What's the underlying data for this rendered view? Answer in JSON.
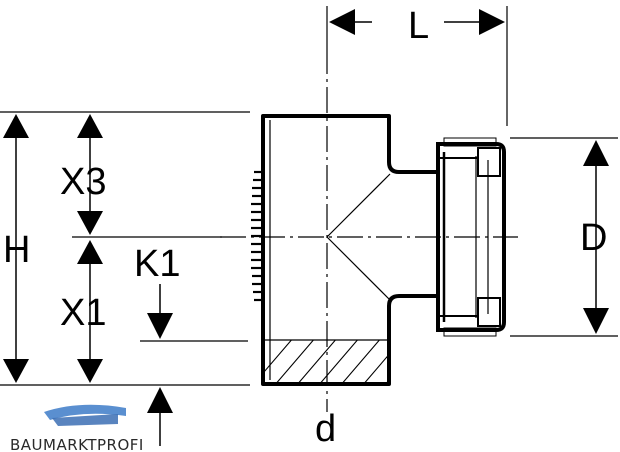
{
  "labels": {
    "L": "L",
    "H": "H",
    "X3": "X3",
    "X1": "X1",
    "K1": "K1",
    "D": "D",
    "d": "d"
  },
  "logo": {
    "text": "BAUMARKTPROFI",
    "accent_color": "#5a8fd0"
  },
  "colors": {
    "line": "#000000",
    "background": "#ffffff"
  }
}
